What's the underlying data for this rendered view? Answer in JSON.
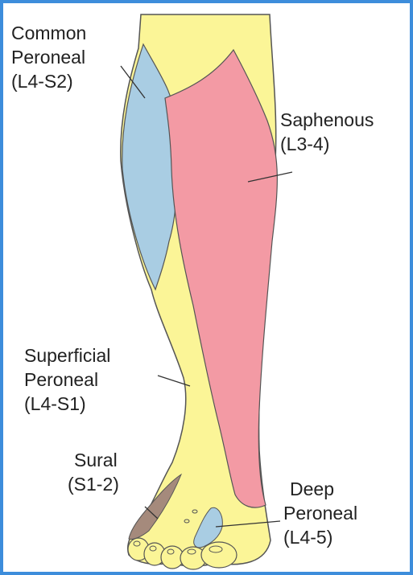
{
  "colors": {
    "frame": "#3d8ddb",
    "skin_yellow": "#fbf597",
    "common_peroneal_blue": "#a9cde3",
    "saphenous_pink": "#f39aa4",
    "sural_brown": "#a58a7c",
    "deep_peroneal_blue": "#a9cde3",
    "outline": "#555555"
  },
  "labels": {
    "common_peroneal": {
      "line1": "Common",
      "line2": "Peroneal",
      "line3": "(L4-S2)"
    },
    "saphenous": {
      "line1": "Saphenous",
      "line2": "(L3-4)"
    },
    "superficial_peroneal": {
      "line1": "Superficial",
      "line2": "Peroneal",
      "line3": "(L4-S1)"
    },
    "sural": {
      "line1": "Sural",
      "line2": "(S1-2)"
    },
    "deep_peroneal": {
      "line1": "Deep",
      "line2": "Peroneal",
      "line3": "(L4-5)"
    }
  }
}
